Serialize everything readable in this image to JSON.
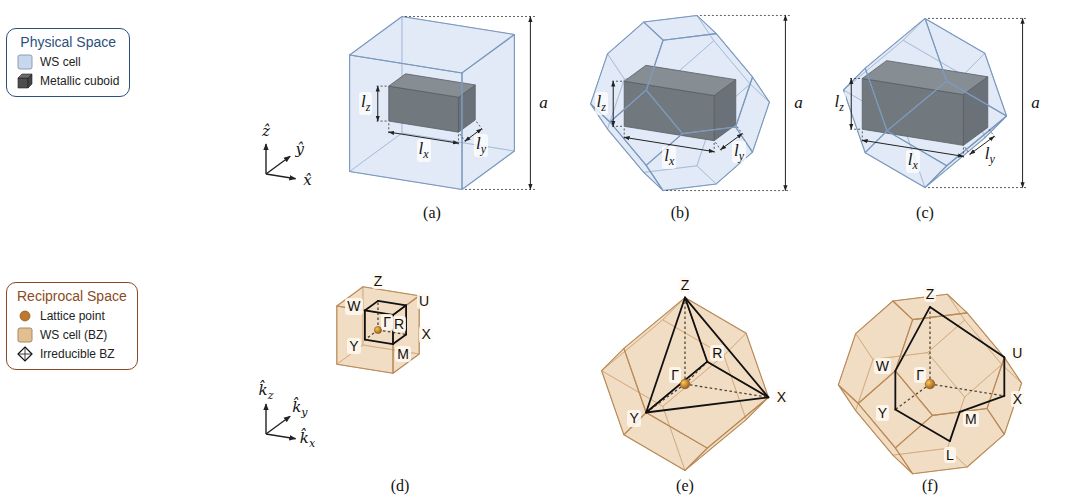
{
  "diagram": {
    "nodes": [
      {
        "text": [
          "Physical Space"
        ]
      },
      {
        "text": [
          "Reciprocal Space"
        ]
      }
    ],
    "labels": [
      "ẑ",
      "ŷ",
      "x̂",
      "lz",
      "lx",
      "ly",
      "a",
      "lz",
      "lx",
      "ly",
      "a",
      "lz",
      "lx",
      "ly",
      "a",
      "(a)",
      "(b)",
      "(c)",
      "k̂z",
      "k̂y",
      "k̂x",
      "Z",
      "W",
      "U",
      "R",
      "Y",
      "X",
      "M",
      "Γ",
      "Z",
      "R",
      "Γ",
      "Y",
      "X",
      "Z",
      "W",
      "U",
      "Γ",
      "Y",
      "L",
      "M",
      "X",
      "(d)",
      "(e)",
      "(f)"
    ],
    "legend": [
      {
        "text": "WS cell",
        "color": "#c6d7ee"
      },
      {
        "text": "Metallic cuboid",
        "color": "#4d4f4e"
      },
      {
        "text": "Lattice point",
        "color": "#c0782e"
      },
      {
        "text": "WS cell (BZ)",
        "color": "#e3be90"
      },
      {
        "text": "Irreducible BZ"
      }
    ]
  }
}
